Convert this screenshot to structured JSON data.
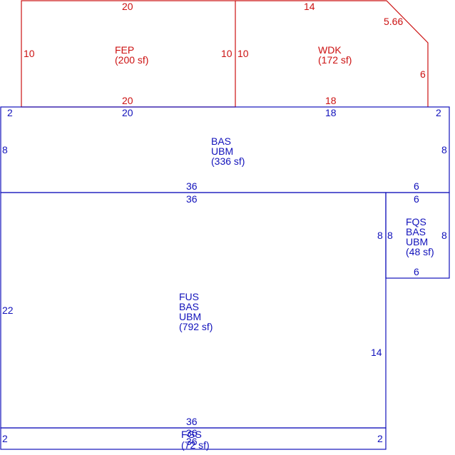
{
  "colors": {
    "red": "#cc1111",
    "blue": "#1111bb"
  },
  "areas": [
    {
      "code": "FEP",
      "lines": [
        "FEP",
        "(200 sf)"
      ],
      "color": "red",
      "dimensions": {
        "top": "20",
        "bottom": "20",
        "left": "10",
        "right": "10"
      }
    },
    {
      "code": "WDK",
      "lines": [
        "WDK",
        "(172 sf)"
      ],
      "color": "red",
      "dimensions": {
        "top": "14",
        "diagonal": "5.66",
        "right": "6",
        "left": "10",
        "bottom": "18"
      }
    },
    {
      "code": "BAS",
      "lines": [
        "BAS",
        "UBM",
        "(336 sf)"
      ],
      "color": "blue",
      "dimensions": {
        "top_left_corner": "2",
        "top_a": "20",
        "top_b": "18",
        "top_right_corner": "2",
        "left": "8",
        "right": "8",
        "bottom_a": "36",
        "bottom_b": "6"
      }
    },
    {
      "code": "FQS",
      "lines": [
        "FQS",
        "BAS",
        "UBM",
        "(48 sf)"
      ],
      "color": "blue",
      "dimensions": {
        "top": "6",
        "left_inner": "8",
        "left": "8",
        "right": "8",
        "bottom": "6"
      }
    },
    {
      "code": "FUS",
      "lines": [
        "FUS",
        "BAS",
        "UBM",
        "(792 sf)"
      ],
      "color": "blue",
      "dimensions": {
        "top": "36",
        "left": "22",
        "right": "14",
        "bottom": "36"
      }
    },
    {
      "code": "FGS",
      "lines": [
        "FGS",
        "(72 sf)"
      ],
      "color": "blue",
      "dimensions": {
        "left": "2",
        "right": "2",
        "overlap_a": "36",
        "overlap_b": "36"
      }
    }
  ]
}
